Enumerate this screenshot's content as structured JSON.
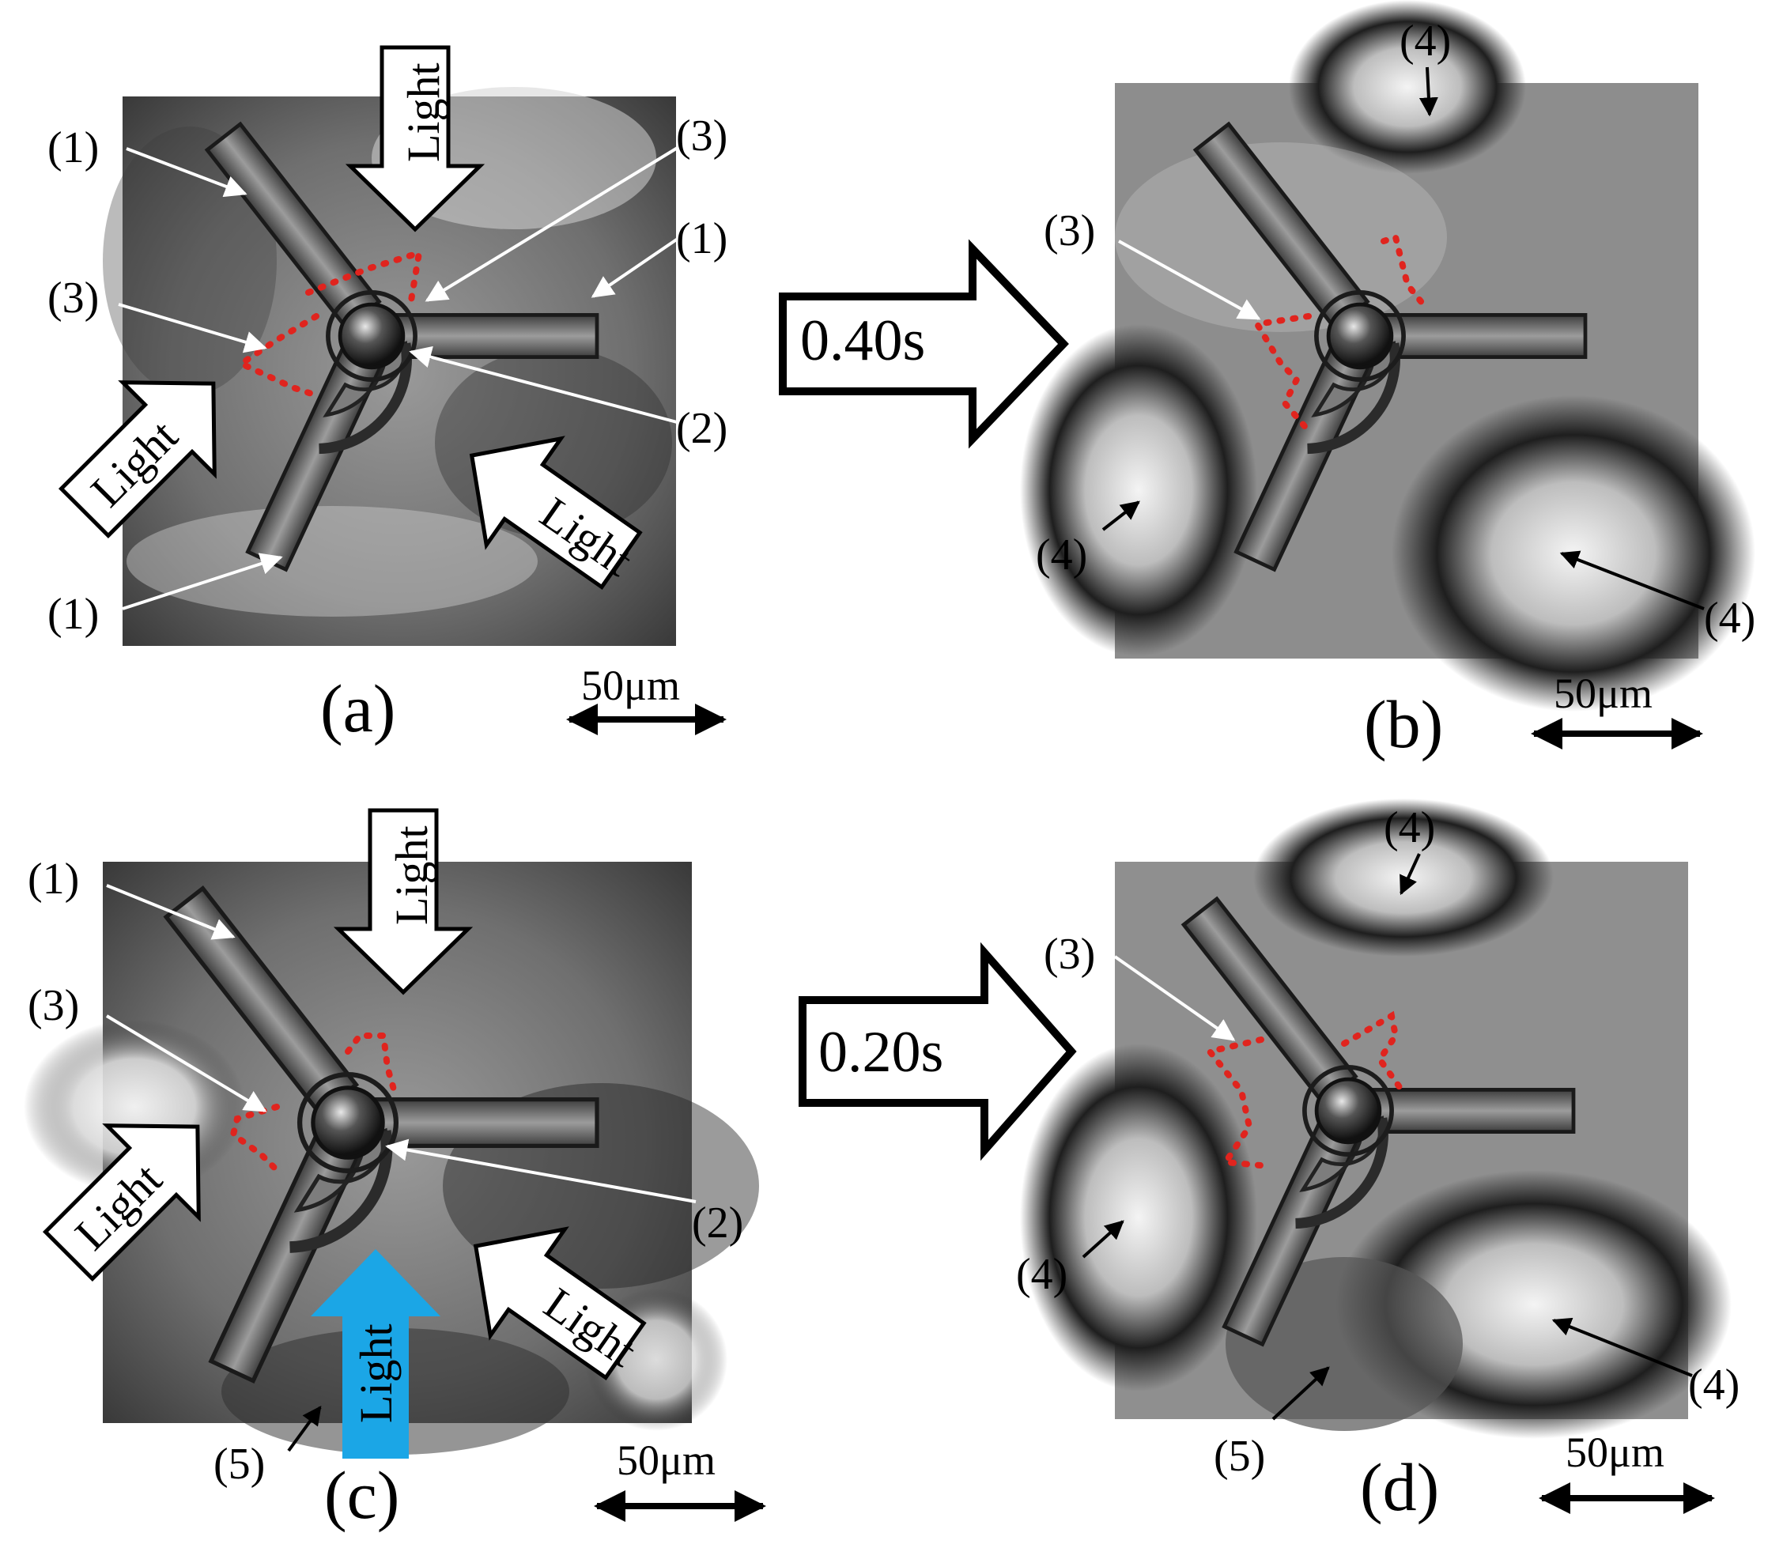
{
  "figure": {
    "panels": [
      {
        "label": "(a)",
        "scale": "50μm"
      },
      {
        "label": "(b)",
        "scale": "50μm"
      },
      {
        "label": "(c)",
        "scale": "50μm"
      },
      {
        "label": "(d)",
        "scale": "50μm"
      }
    ],
    "transitions": [
      {
        "time": "0.40s"
      },
      {
        "time": "0.20s"
      }
    ],
    "callouts": {
      "c1": "(1)",
      "c2": "(2)",
      "c3": "(3)",
      "c4": "(4)",
      "c5": "(5)"
    },
    "light_label": "Light",
    "colors": {
      "light_arrow_fill": "#ffffff",
      "light_arrow_blue": "#1ba6e6",
      "dotted_outline": "#e0241e",
      "micrograph_dark": "#2a2a2a",
      "micrograph_mid": "#8a8a8a"
    }
  }
}
